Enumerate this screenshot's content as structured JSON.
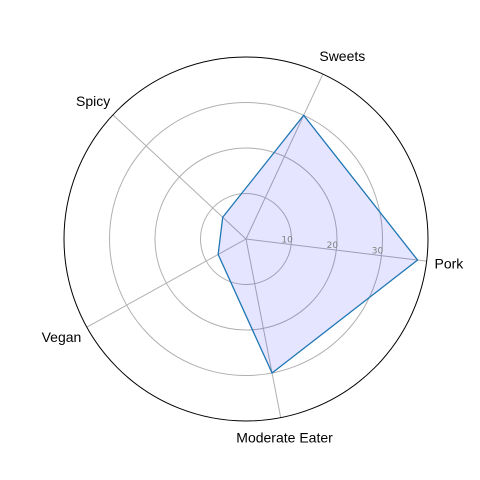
{
  "chart_data": {
    "type": "radar",
    "title": "",
    "categories": [
      "Pork",
      "Sweets",
      "Spicy",
      "Vegan",
      "Moderate Eater"
    ],
    "rlim": [
      0,
      40
    ],
    "r_ticks": [
      10,
      20,
      30
    ],
    "r_tick_labels": [
      "10",
      "20",
      "30"
    ],
    "grid": true,
    "series": [
      {
        "values": [
          38,
          30,
          7,
          7,
          30
        ],
        "line_color": "#1f77b4",
        "fill_color": "#0000ff",
        "fill_opacity": 0.1
      }
    ]
  }
}
